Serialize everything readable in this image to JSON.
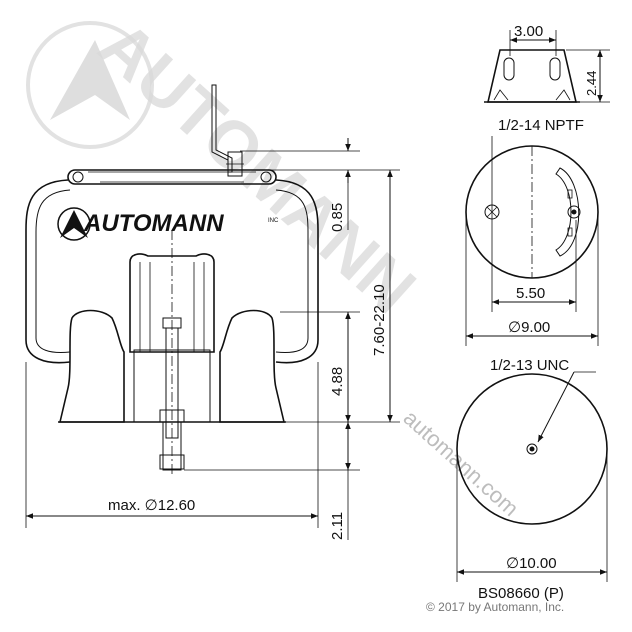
{
  "watermark": {
    "brand": "AUTOMANN",
    "website": "automann.com"
  },
  "logo": {
    "text": "AUTOMANN",
    "suffix": "INC"
  },
  "dimensions": {
    "bracket_width": "3.00",
    "bracket_height": "2.44",
    "thread_top": "1/2-14 NPTF",
    "offset_top": "5.50",
    "dia_top": "∅9.00",
    "thread_bottom": "1/2-13 UNC",
    "dia_bottom": "∅10.00",
    "stud_offset": "0.85",
    "height_range": "7.60-22.10",
    "piston_height": "4.88",
    "stud_length": "2.11",
    "max_dia": "max. ∅12.60"
  },
  "part_number": "BS08660 (P)",
  "copyright": "© 2017 by Automann, Inc."
}
